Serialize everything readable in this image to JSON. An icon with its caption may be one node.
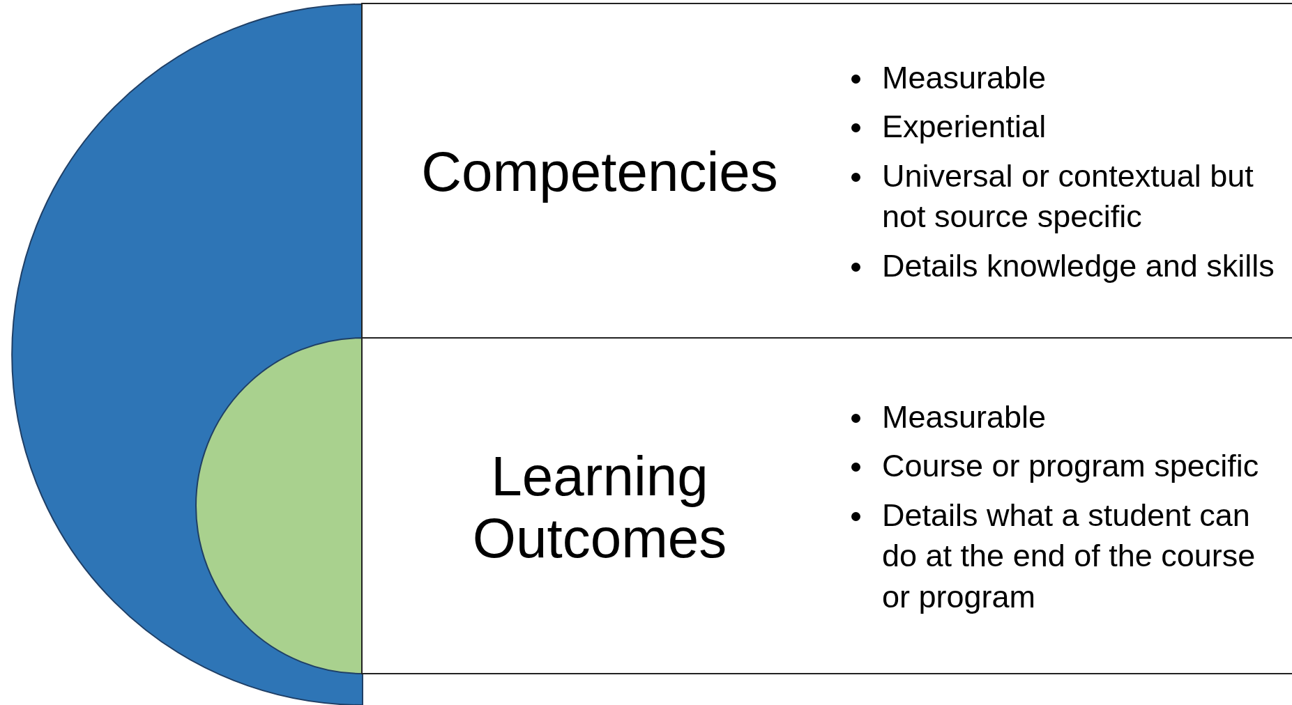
{
  "diagram": {
    "nodes": [
      {
        "text": [],
        "shape": "semicircle"
      },
      {
        "text": [],
        "shape": "semicircle",
        "in": 0
      },
      {
        "text": [
          "Competencies",
          "Measurable",
          "Experiential",
          "Universal or contextual but not source specific",
          "Details knowledge and skills"
        ]
      },
      {
        "text": [
          "Learning Outcomes",
          "Measurable",
          "Course or program specific",
          "Details what a student can do at the end of the course or program"
        ]
      }
    ],
    "edges": []
  }
}
